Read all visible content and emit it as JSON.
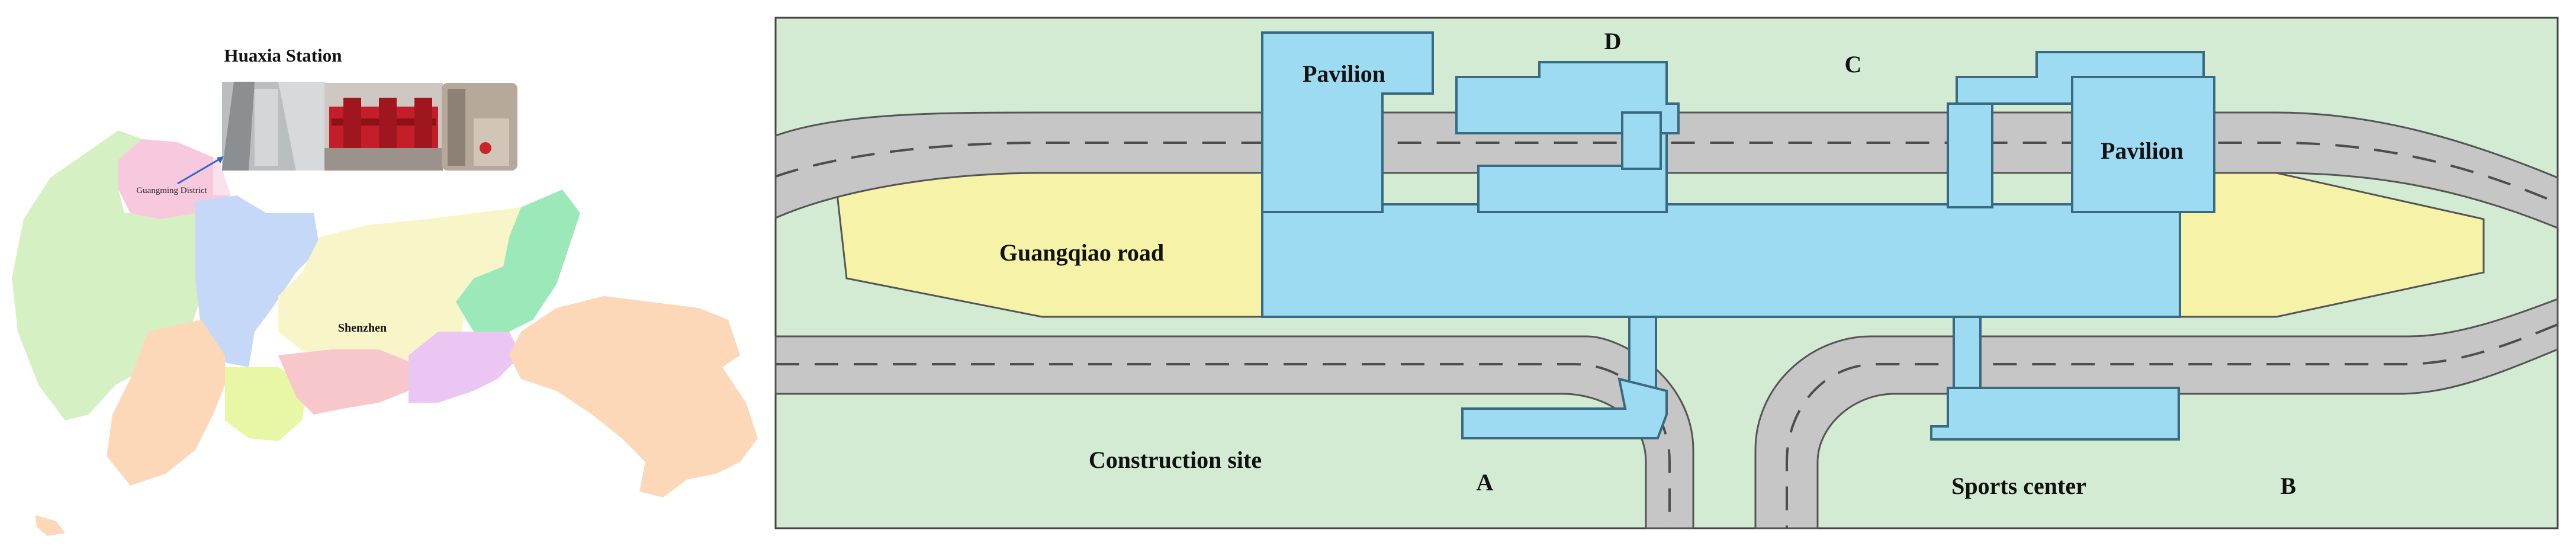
{
  "map_panel": {
    "title": "Huaxia Station",
    "district_label": "Guangming District",
    "city_label": "Shenzhen",
    "colors": {
      "district_green": "#d5f0c2",
      "district_pink": "#f8c9de",
      "district_blue": "#c5d8f7",
      "district_yellow": "#f8f6c8",
      "district_mint": "#9be9b8",
      "district_peach": "#fcd8b9",
      "district_lime": "#e8f7a5",
      "district_violet": "#ebc6f2",
      "district_rose": "#f8c7cb"
    },
    "photos": [
      "construction-photo-1",
      "construction-photo-2",
      "construction-photo-3"
    ]
  },
  "plan_panel": {
    "labels": {
      "pavilion_left": "Pavilion",
      "pavilion_right": "Pavilion",
      "exit_d": "D",
      "exit_c": "C",
      "exit_a": "A",
      "exit_b": "B",
      "road": "Guangqiao road",
      "construction": "Construction site",
      "sports": "Sports center"
    },
    "colors": {
      "ground": "#d3ebd3",
      "road": "#c6c6c6",
      "road_edge": "#555555",
      "road_dash": "#4d4d4d",
      "station": "#9ddbf3",
      "station_edge": "#3a6a80",
      "plaza": "#f6f3a8"
    }
  }
}
